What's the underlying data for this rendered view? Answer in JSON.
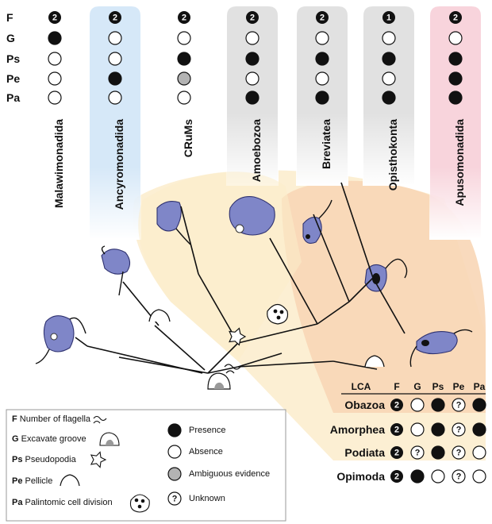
{
  "trait_rows": [
    "F",
    "G",
    "Ps",
    "Pe",
    "Pa"
  ],
  "taxa": [
    {
      "name": "Malawimonadida",
      "flagella": "2",
      "traits": [
        "presence",
        "absence",
        "absence",
        "absence"
      ]
    },
    {
      "name": "Ancyromonadida",
      "flagella": "2",
      "traits": [
        "absence",
        "absence",
        "presence",
        "absence"
      ]
    },
    {
      "name": "CRuMs",
      "flagella": "2",
      "traits": [
        "absence",
        "presence",
        "ambiguous",
        "absence"
      ]
    },
    {
      "name": "Amoebozoa",
      "flagella": "2",
      "traits": [
        "absence",
        "presence",
        "absence",
        "presence"
      ]
    },
    {
      "name": "Breviatea",
      "flagella": "2",
      "traits": [
        "absence",
        "presence",
        "absence",
        "presence"
      ]
    },
    {
      "name": "Opisthokonta",
      "flagella": "1",
      "traits": [
        "absence",
        "presence",
        "absence",
        "presence"
      ]
    },
    {
      "name": "Apusomonadida",
      "flagella": "2",
      "traits": [
        "absence",
        "presence",
        "presence",
        "presence"
      ]
    }
  ],
  "lca_table": {
    "header": [
      "LCA",
      "F",
      "G",
      "Ps",
      "Pe",
      "Pa"
    ],
    "rows": [
      {
        "clade": "Obazoa",
        "flagella": "2",
        "traits": [
          "absence",
          "presence",
          "unknown",
          "presence"
        ]
      },
      {
        "clade": "Amorphea",
        "flagella": "2",
        "traits": [
          "absence",
          "presence",
          "unknown",
          "presence"
        ]
      },
      {
        "clade": "Podiata",
        "flagella": "2",
        "traits": [
          "unknown",
          "presence",
          "unknown",
          "absence"
        ]
      },
      {
        "clade": "Opimoda",
        "flagella": "2",
        "traits": [
          "presence",
          "absence",
          "unknown",
          "absence"
        ]
      }
    ]
  },
  "legend": {
    "traits": [
      {
        "abbr": "F",
        "label": "Number of flagella"
      },
      {
        "abbr": "G",
        "label": "Excavate groove"
      },
      {
        "abbr": "Ps",
        "label": "Pseudopodia"
      },
      {
        "abbr": "Pe",
        "label": "Pellicle"
      },
      {
        "abbr": "Pa",
        "label": "Palintomic cell division"
      }
    ],
    "states": [
      {
        "key": "presence",
        "label": "Presence"
      },
      {
        "key": "absence",
        "label": "Absence"
      },
      {
        "key": "ambiguous",
        "label": "Ambiguous evidence"
      },
      {
        "key": "unknown",
        "label": "Unknown",
        "symbol": "?"
      }
    ]
  },
  "colors": {
    "presence": "#111111",
    "absence": "#ffffff",
    "ambiguous": "#b3b3b3",
    "unknown": "#ffffff",
    "podiata_zone": "#fbeccb",
    "amorphea_zone": "#f8d6b6",
    "ancyromonadida_band": "#cfe4f7",
    "grey_band": "#dcdcdc",
    "apusomonadida_band": "#f7cdd6",
    "cell_fill": "#7f86c8"
  },
  "icons": [
    "flagella-icon",
    "groove-icon",
    "pseudopodia-icon",
    "pellicle-icon",
    "palintomy-icon"
  ]
}
